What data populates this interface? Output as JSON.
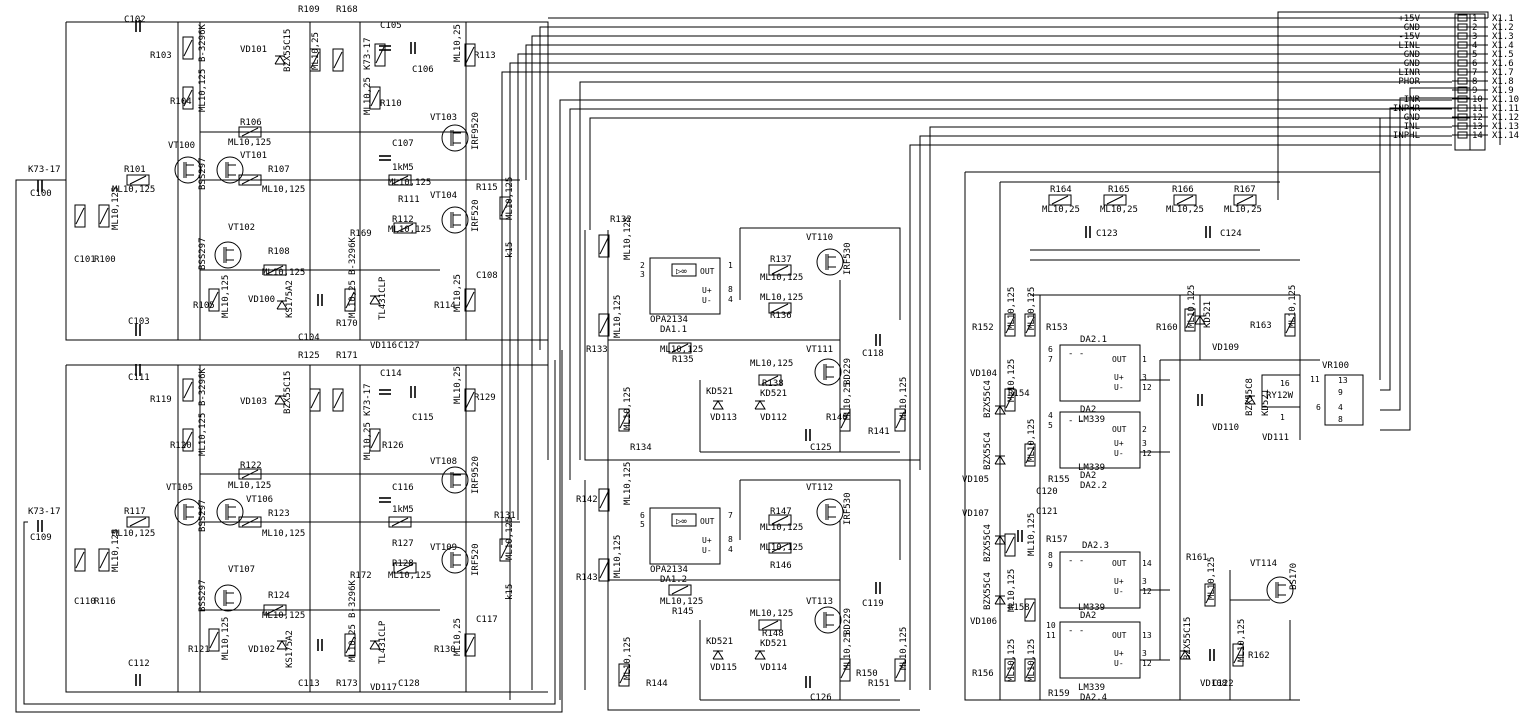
{
  "connector": {
    "name": "X1",
    "pins": [
      {
        "no": "1",
        "signal": "+15V",
        "ref": "X1.1"
      },
      {
        "no": "2",
        "signal": "GND",
        "ref": "X1.2"
      },
      {
        "no": "3",
        "signal": "-15V",
        "ref": "X1.3"
      },
      {
        "no": "4",
        "signal": "LINL",
        "ref": "X1.4"
      },
      {
        "no": "5",
        "signal": "GND",
        "ref": "X1.5"
      },
      {
        "no": "6",
        "signal": "GND",
        "ref": "X1.6"
      },
      {
        "no": "7",
        "signal": "LINR",
        "ref": "X1.7"
      },
      {
        "no": "8",
        "signal": "PHOR",
        "ref": "X1.8"
      },
      {
        "no": "9",
        "signal": "",
        "ref": "X1.9"
      },
      {
        "no": "10",
        "signal": "INR",
        "ref": "X1.10"
      },
      {
        "no": "11",
        "signal": "INPHR",
        "ref": "X1.11"
      },
      {
        "no": "12",
        "signal": "GND",
        "ref": "X1.12"
      },
      {
        "no": "13",
        "signal": "INL",
        "ref": "X1.13"
      },
      {
        "no": "14",
        "signal": "INPHL",
        "ref": "X1.14"
      }
    ]
  },
  "components": {
    "C102": "C102",
    "R103": "R103",
    "R103_val": "B-3296K",
    "R104": "R104",
    "R104_val": "ML10,125",
    "R106": "R106",
    "R106_val": "ML10,125",
    "R107": "R107",
    "R107_val": "ML10,125",
    "V1100": "VT100",
    "V1100_type": "BSS297",
    "V1101": "VT101",
    "V1101_type": "BSS297",
    "R101": "R101",
    "R101_val": "ML10,125",
    "C100_type": "K73-17",
    "C100": "C100",
    "C101": "C101",
    "R100": "R100",
    "R100_val": "ML10,125",
    "V1102": "VT102",
    "V1102_type": "BSS297",
    "R108": "R108",
    "R108_val": "ML10,125",
    "R105": "R105",
    "R105_val": "ML10,125",
    "C103": "C103",
    "R109": "R109",
    "R168": "R168",
    "VD101": "VD101",
    "VD101_type": "BZX55C15",
    "R109_val": "ML10,25",
    "C105": "C105",
    "C105_type": "K73-17",
    "C106": "C106",
    "R110": "R110",
    "R110_val": "ML10,25",
    "C107": "C107",
    "R111": "R111",
    "R111_val": "ML10,125",
    "R111_k": "1kM5",
    "R112": "R112",
    "R112_val": "ML10,125",
    "R169": "R169",
    "R169_val": "B-3296K",
    "VD100": "VD100",
    "VD100_type": "KS175A2",
    "R170": "R170",
    "R170_val": "ML10,25",
    "C104": "C104",
    "VD116": "VD116",
    "VD116_type": "TL431CLP",
    "C127": "C127",
    "VT103": "VT103",
    "VT103_type": "IRF9520",
    "VT104": "VT104",
    "VT104_type": "IRF520",
    "R113": "R113",
    "R113_val": "ML10,25",
    "R115": "R115",
    "R115_val": "ML10,125",
    "C108": "C108",
    "C108_k": "k15",
    "R114": "R114",
    "R114_val": "ML10,25",
    "R125": "R125",
    "R171": "R171",
    "C111": "C111",
    "R119": "R119",
    "R119_val": "B-3296K",
    "R120": "R120",
    "R120_val": "ML10,125",
    "R122": "R122",
    "R122_val": "ML10,125",
    "R123": "R123",
    "R123_val": "ML10,125",
    "VT105": "VT105",
    "VT105_type": "BSS297",
    "VT106": "VT106",
    "VT106_type": "BSS297",
    "R117": "R117",
    "R117_val": "ML10,125",
    "C109_type": "K73-17",
    "C109": "C109",
    "C110": "C110",
    "R116": "R116",
    "R116_val": "ML10,125",
    "VT107": "VT107",
    "VT107_type": "BSS297",
    "R124": "R124",
    "R124_val": "ML10,125",
    "R121": "R121",
    "R121_val": "ML10,125",
    "C112": "C112",
    "VD103": "VD103",
    "VD103_type": "BZX55C15",
    "C114": "C114",
    "C114_type": "K73-17",
    "C115": "C115",
    "R126": "R126",
    "R126_val": "ML10,25",
    "C116": "C116",
    "R127_k": "1kM5",
    "R128": "R128",
    "R128_val": "ML10,125",
    "R127": "R127",
    "R172": "R172",
    "R172_val": "B-3296K",
    "VD102": "VD102",
    "VD102_type": "KS175A2",
    "R173": "R173",
    "R173_val": "ML10,25",
    "C113": "C113",
    "VD117": "VD117",
    "VD117_type": "TL431CLP",
    "C128": "C128",
    "VT108": "VT108",
    "VT108_type": "IRF9520",
    "VT109": "VT109",
    "VT109_type": "IRF520",
    "R129": "R129",
    "R129_val": "ML10,25",
    "R131": "R131",
    "R131_val": "ML10,125",
    "C117": "C117",
    "C117_k": "k15",
    "R130": "R130",
    "R130_val": "ML10,25",
    "R132": "R132",
    "R132_val": "ML10,125",
    "R133": "R133",
    "R133_val": "ML10,125",
    "R134": "R134",
    "R134_val": "ML10,125",
    "DA1_1": "DA1.1",
    "DA1_type": "OPA2134",
    "R135": "R135",
    "R135_val": "ML10,125",
    "R137": "R137",
    "R137_val": "ML10,125",
    "R136": "R136",
    "R136_val": "ML10,125",
    "VT110": "VT110",
    "VT110_type": "IRF530",
    "VT111": "VT111",
    "VT111_type": "BD229",
    "R138": "R138",
    "R138_val": "ML10,125",
    "VD112": "VD112",
    "VD112_type": "KD521",
    "VD113": "VD113",
    "VD113_type": "KD521",
    "C125": "C125",
    "R140": "R140",
    "R140_val": "ML10,25",
    "R141": "R141",
    "R141_val": "ML10,125",
    "C118": "C118",
    "R142": "R142",
    "R142_val": "ML10,125",
    "R143": "R143",
    "R143_val": "ML10,125",
    "R144": "R144",
    "R144_val": "ML10,125",
    "DA1_2": "DA1.2",
    "R145": "R145",
    "R145_val": "ML10,125",
    "R147": "R147",
    "R147_val": "ML10,125",
    "R146": "R146",
    "R146_val": "ML10,125",
    "VT112": "VT112",
    "VT112_type": "IRF530",
    "VT113": "VT113",
    "VT113_type": "BD229",
    "R148": "R148",
    "R148_val": "ML10,125",
    "VD114": "VD114",
    "VD114_type": "KD521",
    "VD115": "VD115",
    "VD115_type": "KD521",
    "C126": "C126",
    "R150": "R150",
    "R150_val": "ML10,25",
    "R151": "R151",
    "R151_val": "ML10,125",
    "C119": "C119",
    "R164": "R164",
    "R164_val": "ML10,25",
    "R165": "R165",
    "R165_val": "ML10,25",
    "R166": "R166",
    "R166_val": "ML10,25",
    "R167": "R167",
    "R167_val": "ML10,25",
    "C123": "C123",
    "C124": "C124",
    "R152": "R152",
    "R152_val": "ML10,125",
    "R153": "R153",
    "R153_val": "ML10,125",
    "DA2_1": "DA2.1",
    "DA2": "DA2",
    "DA2_type": "LM339",
    "DA2_2": "DA2.2",
    "DA2_3": "DA2.3",
    "DA2_4": "DA2.4",
    "R154": "R154",
    "R154_val": "ML10,125",
    "R155": "R155",
    "R155_val": "ML10,125",
    "VD104": "VD104",
    "VD104_type": "BZX55C4",
    "VD105": "VD105",
    "VD105_type": "BZX55C4",
    "C120": "C120",
    "C121": "C121",
    "VD107": "VD107",
    "VD107_type": "BZX55C4",
    "R157": "R157",
    "R157_val": "ML10,125",
    "R158": "R158",
    "R158_val": "ML10,125",
    "VD106": "VD106",
    "VD106_type": "BZX55C4",
    "R156": "R156",
    "R156_val": "ML10,125",
    "R159": "R159",
    "R159_val": "ML10,125",
    "R160": "R160",
    "R160_val": "ML10,125",
    "VD109": "VD109",
    "VD109_type": "KD521",
    "R163": "R163",
    "R163_val": "ML10,125",
    "VD110": "VD110",
    "VD110_type": "BZX55C8",
    "VD111": "VD111",
    "VD111_type": "KD521",
    "RY": "RY12W",
    "VR100": "VR100",
    "R161": "R161",
    "R161_val": "ML10,125",
    "VD108": "VD108",
    "VD108_type": "BZX55C15",
    "C122": "C122",
    "R162": "R162",
    "R162_val": "ML10,125",
    "VT114": "VT114",
    "VT114_type": "BS170"
  }
}
